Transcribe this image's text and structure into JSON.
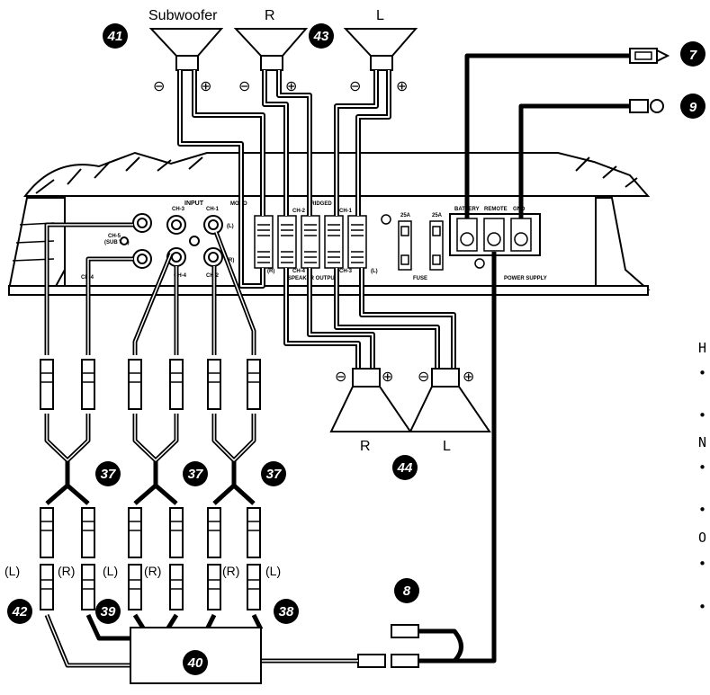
{
  "speakers_top": {
    "subwoofer": "Subwoofer",
    "right": "R",
    "left": "L"
  },
  "speakers_bottom": {
    "right": "R",
    "left": "L"
  },
  "polarity": {
    "minus": "⊖",
    "plus": "⊕"
  },
  "callouts": {
    "c7": "7",
    "c8": "8",
    "c9": "9",
    "c37a": "37",
    "c37b": "37",
    "c37c": "37",
    "c38": "38",
    "c39": "39",
    "c40": "40",
    "c41": "41",
    "c42": "42",
    "c43": "43",
    "c44": "44"
  },
  "amp_panel": {
    "input": "INPUT",
    "ch3": "CH-3",
    "ch1": "CH-1",
    "ch5": "CH-5",
    "sub_wf": "(SUB WF)",
    "ch4": "CH-4",
    "ch2": "CH-2",
    "l": "(L)",
    "r": "(R)",
    "mono": "MONO",
    "bridged": "BRIDGED",
    "speaker_output": "SPEAKER OUTPUT",
    "sp_ch2": "CH-2",
    "sp_ch1": "CH-1",
    "sp_ch4": "CH-4",
    "sp_ch3": "CH-3",
    "fuse": "FUSE",
    "fuse_25a_1": "25A",
    "fuse_25a_2": "25A",
    "battery": "BATTERY",
    "remote": "REMOTE",
    "gnd": "GND",
    "power_supply": "POWER SUPPLY"
  },
  "rca_labels": {
    "l1": "(L)",
    "r1": "(R)",
    "l2": "(L)",
    "r2": "(R)",
    "r3": "(R)",
    "l3": "(L)"
  },
  "side_text": [
    "H",
    "•",
    "•",
    "N",
    "•",
    "•",
    "O",
    "•",
    "•"
  ]
}
